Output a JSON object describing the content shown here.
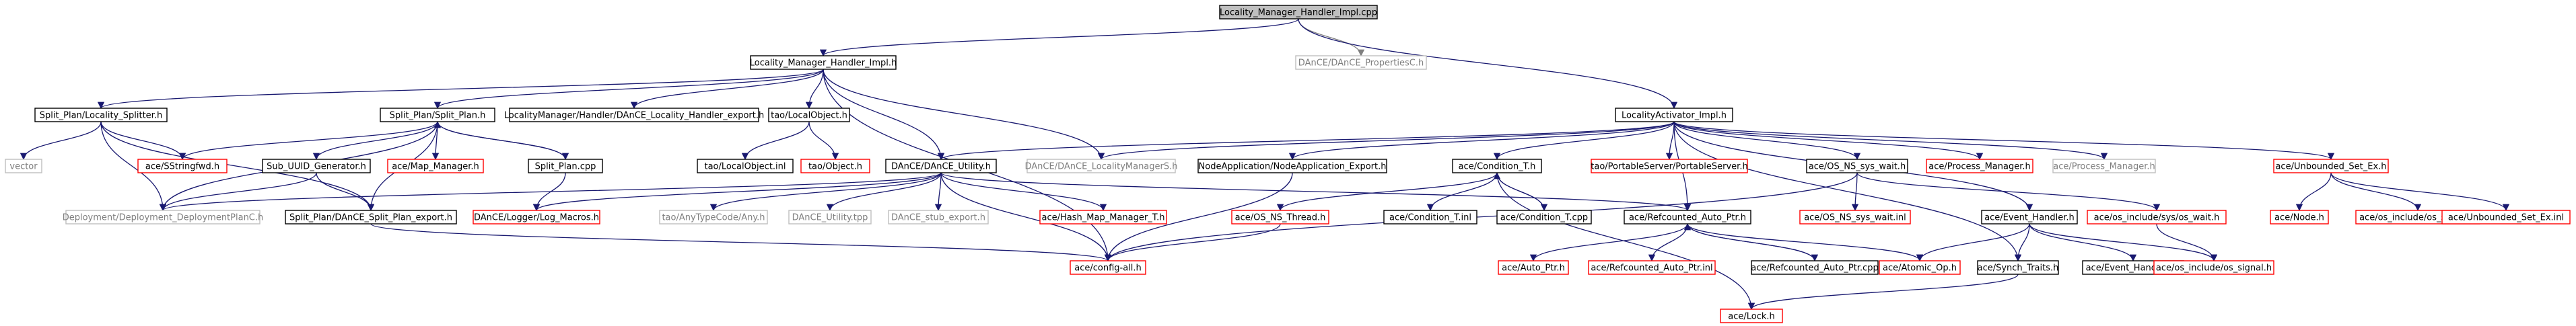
{
  "colors": {
    "edge_default": "#191970",
    "edge_self_red": "#ff0000",
    "edge_grey": "#7f7f7f",
    "root_fill": "#bfbfbf",
    "node_fill": "#ffffff",
    "text_default": "#000000",
    "text_red": "#ff0000",
    "text_grey": "#7f7f7f",
    "border_black": "#000000",
    "border_red": "#ff0000",
    "border_grey": "#bfbfbf"
  },
  "nodes": [
    {
      "id": "root",
      "label": "Locality_Manager_Handler_Impl.cpp",
      "style": "root"
    },
    {
      "id": "lmhi_h",
      "label": "Locality_Manager_Handler_Impl.h",
      "style": "normal"
    },
    {
      "id": "propC",
      "label": "DAnCE/DAnCE_PropertiesC.h",
      "style": "grey"
    },
    {
      "id": "splitter",
      "label": "Split_Plan/Locality_Splitter.h",
      "style": "normal"
    },
    {
      "id": "splitplan_h",
      "label": "Split_Plan/Split_Plan.h",
      "style": "normal"
    },
    {
      "id": "handler_export",
      "label": "LocalityManager/Handler/DAnCE_Locality_Handler_export.h",
      "style": "normal"
    },
    {
      "id": "localobj_h",
      "label": "tao/LocalObject.h",
      "style": "normal"
    },
    {
      "id": "activator_h",
      "label": "LocalityActivator_Impl.h",
      "style": "normal"
    },
    {
      "id": "vector",
      "label": "vector",
      "style": "grey"
    },
    {
      "id": "sstringfwd",
      "label": "ace/SStringfwd.h",
      "style": "red"
    },
    {
      "id": "uuid_gen",
      "label": "Sub_UUID_Generator.h",
      "style": "normal"
    },
    {
      "id": "map_manager",
      "label": "ace/Map_Manager.h",
      "style": "red"
    },
    {
      "id": "splitplan_cpp",
      "label": "Split_Plan.cpp",
      "style": "normal"
    },
    {
      "id": "localobj_inl",
      "label": "tao/LocalObject.inl",
      "style": "normal"
    },
    {
      "id": "tao_object",
      "label": "tao/Object.h",
      "style": "red"
    },
    {
      "id": "dance_utility_h",
      "label": "DAnCE/DAnCE_Utility.h",
      "style": "normal"
    },
    {
      "id": "localitymgrS",
      "label": "DAnCE/DAnCE_LocalityManagerS.h",
      "style": "grey"
    },
    {
      "id": "nodeapp_export",
      "label": "NodeApplication/NodeApplication_Export.h",
      "style": "normal"
    },
    {
      "id": "condition_h",
      "label": "ace/Condition_T.h",
      "style": "normal"
    },
    {
      "id": "portable_server",
      "label": "tao/PortableServer/PortableServer.h",
      "style": "red"
    },
    {
      "id": "os_ns_sys_wait",
      "label": "ace/OS_NS_sys_wait.h",
      "style": "normal"
    },
    {
      "id": "process_manager_red",
      "label": "ace/Process_Manager.h",
      "style": "red"
    },
    {
      "id": "process_manager",
      "label": "ace/Process_Manager.h",
      "style": "grey"
    },
    {
      "id": "unbounded_set",
      "label": "ace/Unbounded_Set_Ex.h",
      "style": "red"
    },
    {
      "id": "deployment_planC",
      "label": "Deployment/Deployment_DeploymentPlanC.h",
      "style": "grey"
    },
    {
      "id": "split_export",
      "label": "Split_Plan/DAnCE_Split_Plan_export.h",
      "style": "normal"
    },
    {
      "id": "log_macros",
      "label": "DAnCE/Logger/Log_Macros.h",
      "style": "red"
    },
    {
      "id": "anytypecode",
      "label": "tao/AnyTypeCode/Any.h",
      "style": "grey"
    },
    {
      "id": "dance_utility_tpp",
      "label": "DAnCE_Utility.tpp",
      "style": "grey"
    },
    {
      "id": "dance_stub_export",
      "label": "DAnCE_stub_export.h",
      "style": "grey"
    },
    {
      "id": "hash_map",
      "label": "ace/Hash_Map_Manager_T.h",
      "style": "red"
    },
    {
      "id": "os_ns_thread",
      "label": "ace/OS_NS_Thread.h",
      "style": "red"
    },
    {
      "id": "condition_inl",
      "label": "ace/Condition_T.inl",
      "style": "normal"
    },
    {
      "id": "condition_cpp",
      "label": "ace/Condition_T.cpp",
      "style": "normal"
    },
    {
      "id": "refcounted_h",
      "label": "ace/Refcounted_Auto_Ptr.h",
      "style": "normal"
    },
    {
      "id": "os_ns_sys_wait_inl",
      "label": "ace/OS_NS_sys_wait.inl",
      "style": "red"
    },
    {
      "id": "event_handler_h",
      "label": "ace/Event_Handler.h",
      "style": "normal"
    },
    {
      "id": "os_sys_wait",
      "label": "ace/os_include/sys/os_wait.h",
      "style": "red"
    },
    {
      "id": "node_h",
      "label": "ace/Node.h",
      "style": "red"
    },
    {
      "id": "os_stddef",
      "label": "ace/os_include/os_stddef.h",
      "style": "red"
    },
    {
      "id": "unbounded_set_inl",
      "label": "ace/Unbounded_Set_Ex.inl",
      "style": "red"
    },
    {
      "id": "config_all",
      "label": "ace/config-all.h",
      "style": "red"
    },
    {
      "id": "auto_ptr",
      "label": "ace/Auto_Ptr.h",
      "style": "red"
    },
    {
      "id": "refcounted_inl",
      "label": "ace/Refcounted_Auto_Ptr.inl",
      "style": "red"
    },
    {
      "id": "refcounted_cpp",
      "label": "ace/Refcounted_Auto_Ptr.cpp",
      "style": "normal"
    },
    {
      "id": "atomic_op",
      "label": "ace/Atomic_Op.h",
      "style": "red"
    },
    {
      "id": "synch_traits",
      "label": "ace/Synch_Traits.h",
      "style": "normal"
    },
    {
      "id": "event_handler_inl",
      "label": "ace/Event_Handler.inl",
      "style": "normal"
    },
    {
      "id": "os_signal",
      "label": "ace/os_include/os_signal.h",
      "style": "red"
    },
    {
      "id": "lock_h",
      "label": "ace/Lock.h",
      "style": "red"
    }
  ],
  "edges": [
    {
      "from": "root",
      "to": "lmhi_h"
    },
    {
      "from": "root",
      "to": "propC"
    },
    {
      "from": "root",
      "to": "activator_h"
    },
    {
      "from": "lmhi_h",
      "to": "splitter"
    },
    {
      "from": "lmhi_h",
      "to": "splitplan_h"
    },
    {
      "from": "lmhi_h",
      "to": "handler_export"
    },
    {
      "from": "lmhi_h",
      "to": "localobj_h"
    },
    {
      "from": "lmhi_h",
      "to": "dance_utility_h"
    },
    {
      "from": "lmhi_h",
      "to": "localitymgrS"
    },
    {
      "from": "lmhi_h",
      "to": "config_all"
    },
    {
      "from": "splitter",
      "to": "vector"
    },
    {
      "from": "splitter",
      "to": "sstringfwd"
    },
    {
      "from": "splitter",
      "to": "deployment_planC"
    },
    {
      "from": "splitter",
      "to": "split_export"
    },
    {
      "from": "splitplan_h",
      "to": "sstringfwd"
    },
    {
      "from": "splitplan_h",
      "to": "uuid_gen"
    },
    {
      "from": "splitplan_h",
      "to": "map_manager"
    },
    {
      "from": "splitplan_h",
      "to": "splitplan_cpp"
    },
    {
      "from": "splitplan_h",
      "to": "deployment_planC"
    },
    {
      "from": "splitplan_h",
      "to": "split_export"
    },
    {
      "from": "splitplan_cpp",
      "to": "splitplan_h"
    },
    {
      "from": "splitplan_cpp",
      "to": "log_macros"
    },
    {
      "from": "uuid_gen",
      "to": "deployment_planC"
    },
    {
      "from": "uuid_gen",
      "to": "split_export"
    },
    {
      "from": "localobj_h",
      "to": "localobj_inl"
    },
    {
      "from": "localobj_h",
      "to": "tao_object"
    },
    {
      "from": "activator_h",
      "to": "dance_utility_h"
    },
    {
      "from": "activator_h",
      "to": "localitymgrS"
    },
    {
      "from": "activator_h",
      "to": "nodeapp_export"
    },
    {
      "from": "activator_h",
      "to": "condition_h"
    },
    {
      "from": "activator_h",
      "to": "portable_server"
    },
    {
      "from": "activator_h",
      "to": "os_ns_sys_wait"
    },
    {
      "from": "activator_h",
      "to": "process_manager_red"
    },
    {
      "from": "activator_h",
      "to": "process_manager"
    },
    {
      "from": "activator_h",
      "to": "unbounded_set"
    },
    {
      "from": "activator_h",
      "to": "refcounted_h"
    },
    {
      "from": "activator_h",
      "to": "event_handler_h"
    },
    {
      "from": "activator_h",
      "to": "synch_traits"
    },
    {
      "from": "dance_utility_h",
      "to": "deployment_planC"
    },
    {
      "from": "dance_utility_h",
      "to": "log_macros"
    },
    {
      "from": "dance_utility_h",
      "to": "anytypecode"
    },
    {
      "from": "dance_utility_h",
      "to": "dance_utility_tpp"
    },
    {
      "from": "dance_utility_h",
      "to": "dance_stub_export"
    },
    {
      "from": "dance_utility_h",
      "to": "hash_map"
    },
    {
      "from": "dance_utility_h",
      "to": "config_all"
    },
    {
      "from": "dance_utility_h",
      "to": "refcounted_h"
    },
    {
      "from": "nodeapp_export",
      "to": "config_all"
    },
    {
      "from": "condition_h",
      "to": "os_ns_thread"
    },
    {
      "from": "condition_h",
      "to": "condition_inl"
    },
    {
      "from": "condition_h",
      "to": "condition_cpp"
    },
    {
      "from": "condition_h",
      "to": "lock_h"
    },
    {
      "from": "condition_cpp",
      "to": "condition_h"
    },
    {
      "from": "os_ns_thread",
      "to": "config_all"
    },
    {
      "from": "os_ns_sys_wait",
      "to": "os_ns_sys_wait_inl"
    },
    {
      "from": "os_ns_sys_wait",
      "to": "os_sys_wait"
    },
    {
      "from": "os_ns_sys_wait",
      "to": "config_all"
    },
    {
      "from": "unbounded_set",
      "to": "node_h"
    },
    {
      "from": "unbounded_set",
      "to": "os_stddef"
    },
    {
      "from": "unbounded_set",
      "to": "unbounded_set_inl"
    },
    {
      "from": "refcounted_h",
      "to": "auto_ptr"
    },
    {
      "from": "refcounted_h",
      "to": "refcounted_inl"
    },
    {
      "from": "refcounted_h",
      "to": "refcounted_cpp"
    },
    {
      "from": "refcounted_h",
      "to": "atomic_op"
    },
    {
      "from": "refcounted_cpp",
      "to": "refcounted_h"
    },
    {
      "from": "event_handler_h",
      "to": "atomic_op"
    },
    {
      "from": "event_handler_h",
      "to": "synch_traits"
    },
    {
      "from": "event_handler_h",
      "to": "event_handler_inl"
    },
    {
      "from": "event_handler_h",
      "to": "os_signal"
    },
    {
      "from": "os_sys_wait",
      "to": "os_signal"
    },
    {
      "from": "synch_traits",
      "to": "lock_h"
    },
    {
      "from": "split_export",
      "to": "config_all"
    }
  ]
}
